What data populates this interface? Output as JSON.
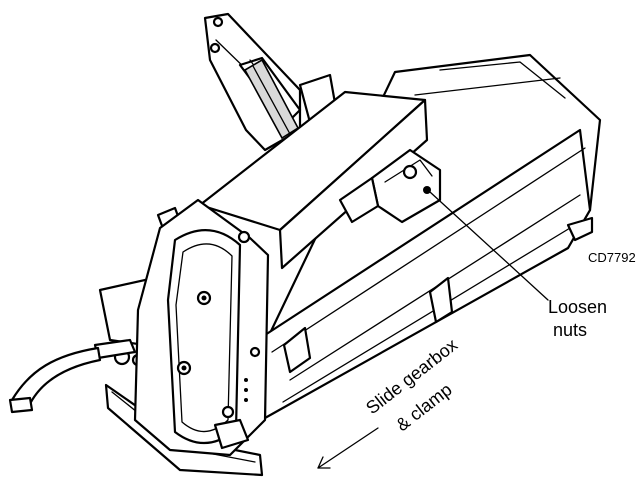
{
  "labels": {
    "drawing_code": "CD7792",
    "loosen_line1": "Loosen",
    "loosen_line2": "nuts",
    "slide_line1": "Slide gearbox",
    "slide_line2": "& clamp"
  },
  "colors": {
    "ink": "#000000",
    "paper": "#ffffff",
    "shade": "#d9d9d9"
  }
}
